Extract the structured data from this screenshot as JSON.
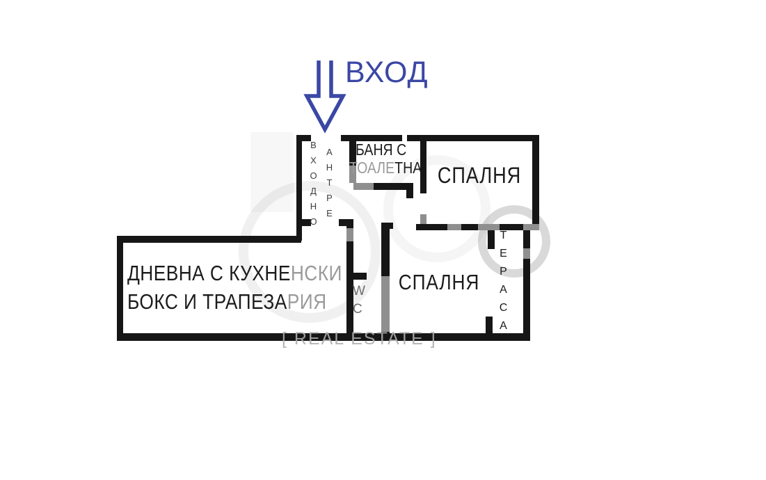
{
  "entrance": {
    "label": "ВХОД"
  },
  "rooms": {
    "entry_hall_col1": "ВХОДНО",
    "entry_hall_col2": "АНТРЕ",
    "bathroom_line1": "БАНЯ С",
    "bathroom_line2_gray": "ТОАЛЕ",
    "bathroom_line2_dark": "ТНА",
    "bedroom_top": "СПАЛНЯ",
    "living_line1_dark": "ДНЕВНА С КУХНЕ",
    "living_line1_gray": "НСКИ",
    "living_line2_dark": "БОКС И ТРАПЕЗА",
    "living_line2_gray": "РИЯ",
    "wc": "W\nC",
    "bedroom_bottom": "СПАЛНЯ",
    "terrace": "ТЕРАСА"
  },
  "watermark": {
    "text": "[ REAL ESTATE ]"
  },
  "colors": {
    "accent_blue": "#3A47A5",
    "wall": "#161616",
    "wall_faded": "#8F8F8F",
    "label_gray": "#9A9A9A"
  }
}
